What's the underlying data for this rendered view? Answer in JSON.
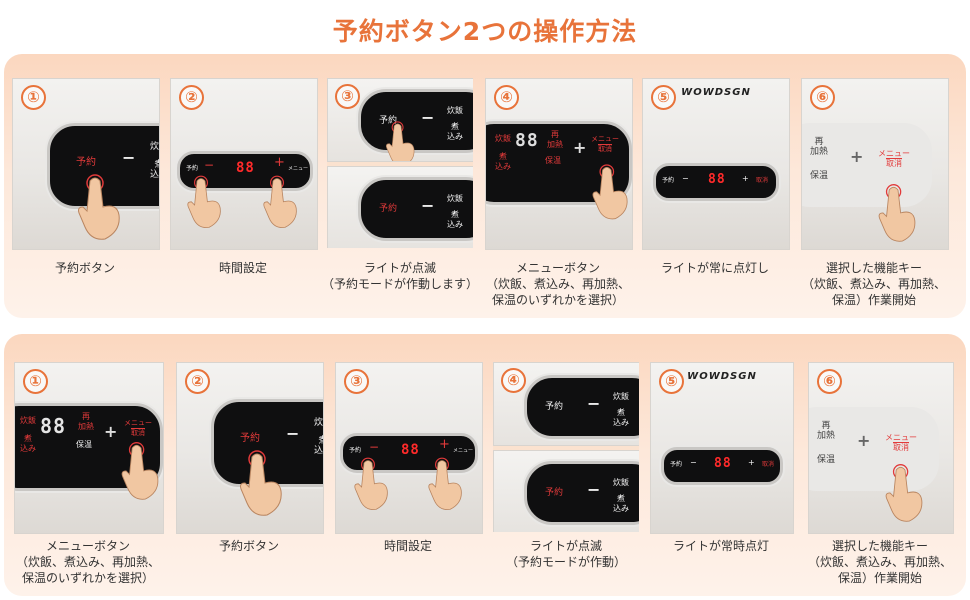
{
  "title": "予約ボタン2つの操作方法",
  "brand": "WOWDSGN",
  "labels": {
    "reserve": "予約",
    "rice": "炊飯",
    "stew1": "煮",
    "stew2": "込み",
    "reheat1": "再",
    "reheat2": "加熱",
    "keepwarm": "保温",
    "menu1": "メニュー",
    "menu2": "取消",
    "digits": "88",
    "minus": "−",
    "plus": "+",
    "stewfull": "煮込み",
    "rice_s": "炊飯",
    "reheat_s": "再加熱",
    "keep_s": "保温"
  },
  "nums": [
    "①",
    "②",
    "③",
    "④",
    "⑤",
    "⑥"
  ],
  "row1": [
    {
      "caption": [
        "予約ボタン"
      ]
    },
    {
      "caption": [
        "時間設定"
      ]
    },
    {
      "caption": [
        "ライトが点滅",
        "（予約モードが作動します）"
      ]
    },
    {
      "caption": [
        "メニューボタン",
        "（炊飯、煮込み、再加熱、",
        "保温のいずれかを選択）"
      ]
    },
    {
      "caption": [
        "ライトが常に点灯し"
      ]
    },
    {
      "caption": [
        "選択した機能キー",
        "（炊飯、煮込み、再加熱、",
        "保温）作業開始"
      ]
    }
  ],
  "row2": [
    {
      "caption": [
        "メニューボタン",
        "（炊飯、煮込み、再加熱、",
        "保温のいずれかを選択）"
      ]
    },
    {
      "caption": [
        "予約ボタン"
      ]
    },
    {
      "caption": [
        "時間設定"
      ]
    },
    {
      "caption": [
        "ライトが点滅",
        "（予約モードが作動）"
      ]
    },
    {
      "caption": [
        "ライトが常時点灯"
      ]
    },
    {
      "caption": [
        "選択した機能キー",
        "（炊飯、煮込み、再加熱、",
        "保温）作業開始"
      ]
    }
  ],
  "colors": {
    "accent": "#e8733a",
    "panel": "#fde8da",
    "display_red": "#ff2a2a"
  },
  "icons": [
    "finger-press-icon",
    "circled-number-icon"
  ]
}
